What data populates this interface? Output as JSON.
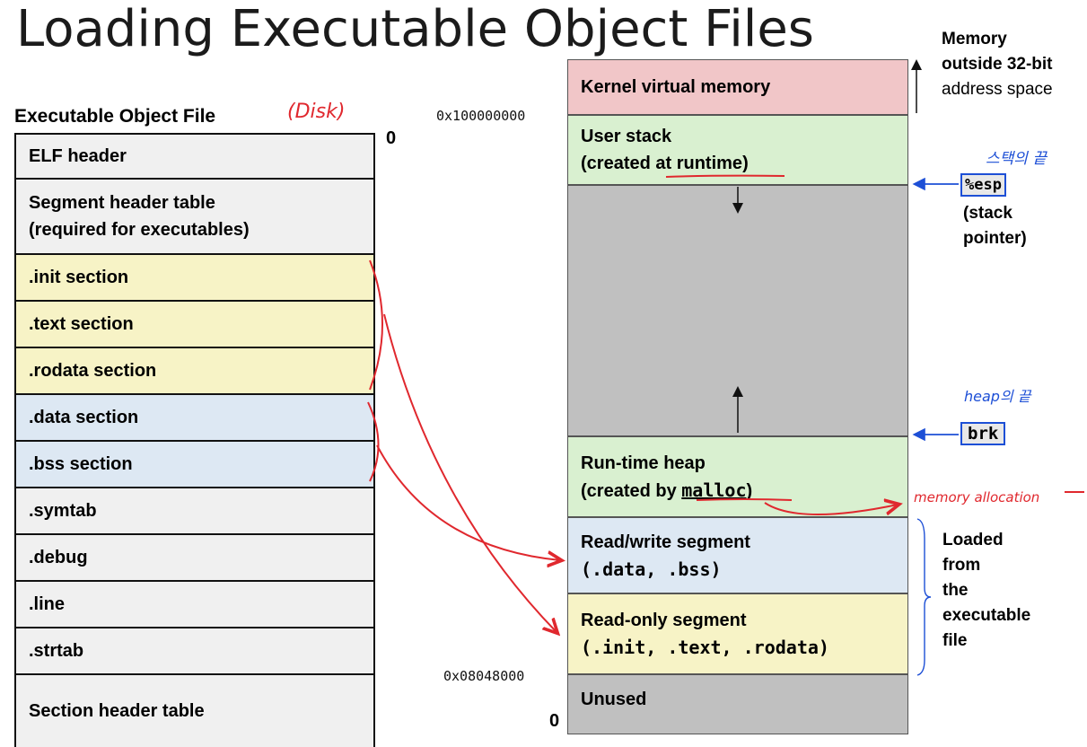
{
  "title": "Loading Executable Object Files",
  "exe": {
    "title": "Executable Object File",
    "disk_note": "(Disk)",
    "zero": "0",
    "rows": [
      {
        "lines": [
          "ELF header"
        ],
        "color": "gray"
      },
      {
        "lines": [
          "Segment header table",
          "(required for executables)"
        ],
        "color": "gray"
      },
      {
        "lines": [
          ".init section"
        ],
        "color": "yellow"
      },
      {
        "lines": [
          ".text section"
        ],
        "color": "yellow"
      },
      {
        "lines": [
          ".rodata section"
        ],
        "color": "yellow"
      },
      {
        "lines": [
          ".data section"
        ],
        "color": "blue"
      },
      {
        "lines": [
          ".bss section"
        ],
        "color": "blue"
      },
      {
        "lines": [
          ".symtab"
        ],
        "color": "gray"
      },
      {
        "lines": [
          ".debug"
        ],
        "color": "gray"
      },
      {
        "lines": [
          ".line"
        ],
        "color": "gray"
      },
      {
        "lines": [
          ".strtab"
        ],
        "color": "gray"
      },
      {
        "lines": [
          "Section header table"
        ],
        "color": "gray"
      }
    ]
  },
  "memory": {
    "kernel": "Kernel virtual memory",
    "user_stack_1": "User stack",
    "user_stack_2_pre": "(created ",
    "user_stack_2_ul": "at runtime",
    "user_stack_2_post": ")",
    "heap_1": "Run-time heap",
    "heap_2_pre": "(created by ",
    "heap_2_code": "malloc",
    "heap_2_post": ")",
    "rw_1": "Read/write segment",
    "rw_2": "(.data, .bss)",
    "ro_1": "Read-only segment",
    "ro_2": "(.init, .text, .rodata)",
    "unused": "Unused",
    "addr_high": "0x100000000",
    "addr_low": "0x08048000",
    "addr_zero": "0"
  },
  "side": {
    "outside_1": "Memory",
    "outside_2": "outside 32-bit",
    "outside_3": "address space",
    "esp": "%esp",
    "esp_1": "(stack",
    "esp_2": "pointer)",
    "brk": "brk",
    "loaded_1": "Loaded",
    "loaded_2": "from",
    "loaded_3": "the",
    "loaded_4": "executable",
    "loaded_5": "file"
  },
  "notes": {
    "stack_end": "스택의 끝",
    "heap_end": "heap의 끝",
    "memory_allocation": "memory allocation"
  },
  "colors": {
    "gray": "#f0f0f0",
    "yellow": "#f7f3c6",
    "blue": "#dde8f3",
    "kernel": "#f1c6c8",
    "green": "#d9f0d0",
    "gap": "#c0c0c0",
    "unused": "#c0c0c0",
    "annotation_red": "#e0282e",
    "annotation_blue": "#1d4fd6"
  }
}
